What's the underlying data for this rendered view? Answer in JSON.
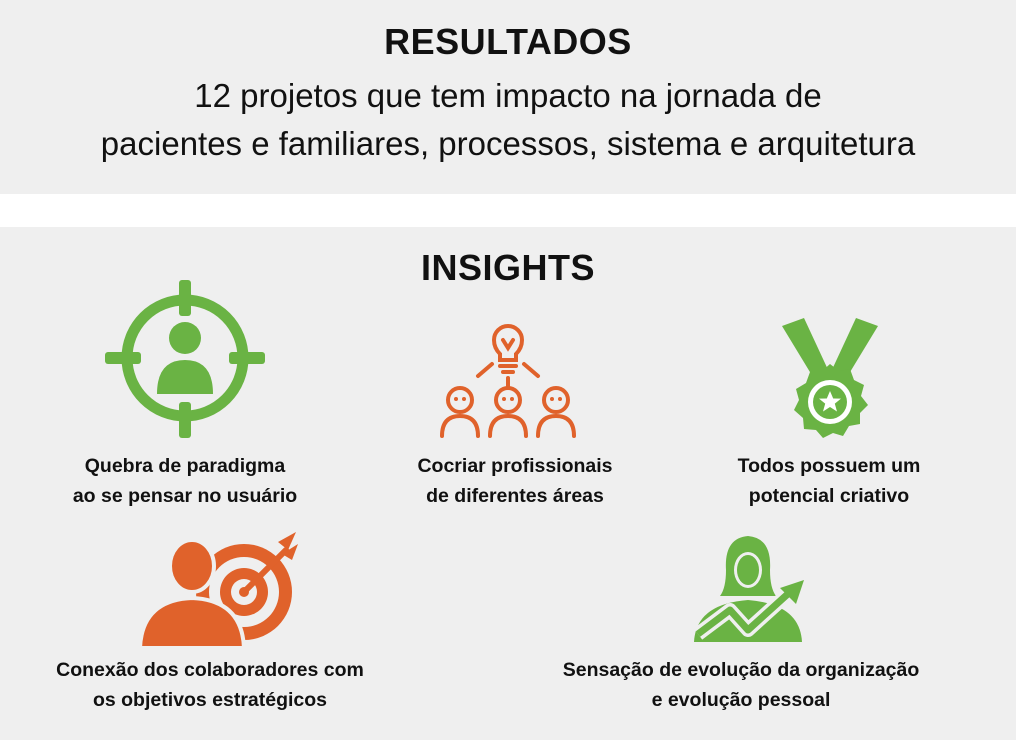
{
  "results": {
    "title": "RESULTADOS",
    "line1": "12 projetos que tem impacto na jornada de",
    "line2": "pacientes e familiares, processos, sistema e arquitetura"
  },
  "insights": {
    "title": "INSIGHTS",
    "items": [
      {
        "icon": "target-user-icon",
        "line1": "Quebra de paradigma",
        "line2": "ao se pensar no usuário"
      },
      {
        "icon": "team-idea-icon",
        "line1": "Cocriar profissionais",
        "line2": "de diferentes áreas"
      },
      {
        "icon": "medal-icon",
        "line1": "Todos possuem um",
        "line2": "potencial criativo"
      },
      {
        "icon": "person-target-icon",
        "line1": "Conexão dos colaboradores com",
        "line2": "os objetivos estratégicos"
      },
      {
        "icon": "woman-growth-icon",
        "line1": "Sensação de evolução da organização",
        "line2": "e evolução pessoal"
      }
    ]
  },
  "colors": {
    "green": "#6ab344",
    "orange": "#e0622b",
    "panel": "#efefef"
  }
}
